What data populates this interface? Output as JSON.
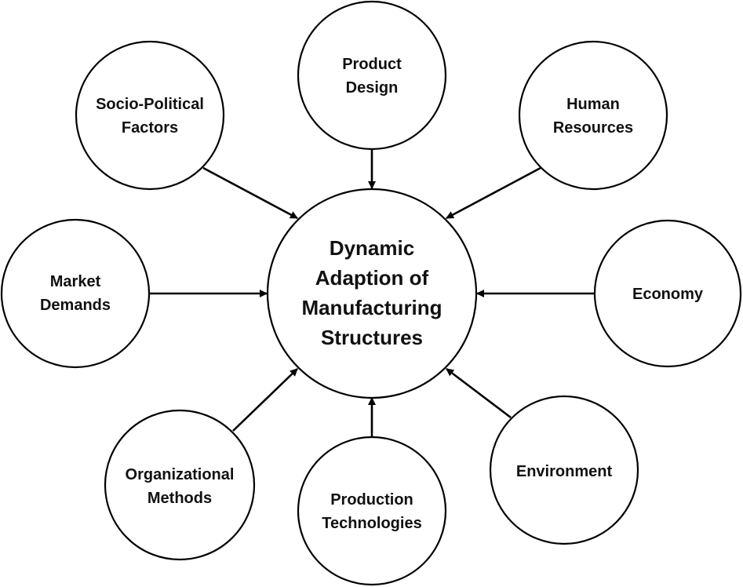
{
  "diagram": {
    "center": {
      "lines": [
        "Dynamic",
        "Adaption of",
        "Manufacturing",
        "Structures"
      ]
    },
    "nodes": [
      {
        "id": "product-design",
        "lines": [
          "Product",
          "Design"
        ]
      },
      {
        "id": "human-resources",
        "lines": [
          "Human",
          "Resources"
        ]
      },
      {
        "id": "economy",
        "lines": [
          "Economy"
        ]
      },
      {
        "id": "environment",
        "lines": [
          "Environment"
        ]
      },
      {
        "id": "production-technologies",
        "lines": [
          "Production",
          "Technologies"
        ]
      },
      {
        "id": "organizational-methods",
        "lines": [
          "Organizational",
          "Methods"
        ]
      },
      {
        "id": "market-demands",
        "lines": [
          "Market",
          "Demands"
        ]
      },
      {
        "id": "socio-political-factors",
        "lines": [
          "Socio-Political",
          "Factors"
        ]
      }
    ],
    "colors": {
      "stroke": "#000000",
      "fill": "#ffffff",
      "text": "#111111"
    }
  }
}
